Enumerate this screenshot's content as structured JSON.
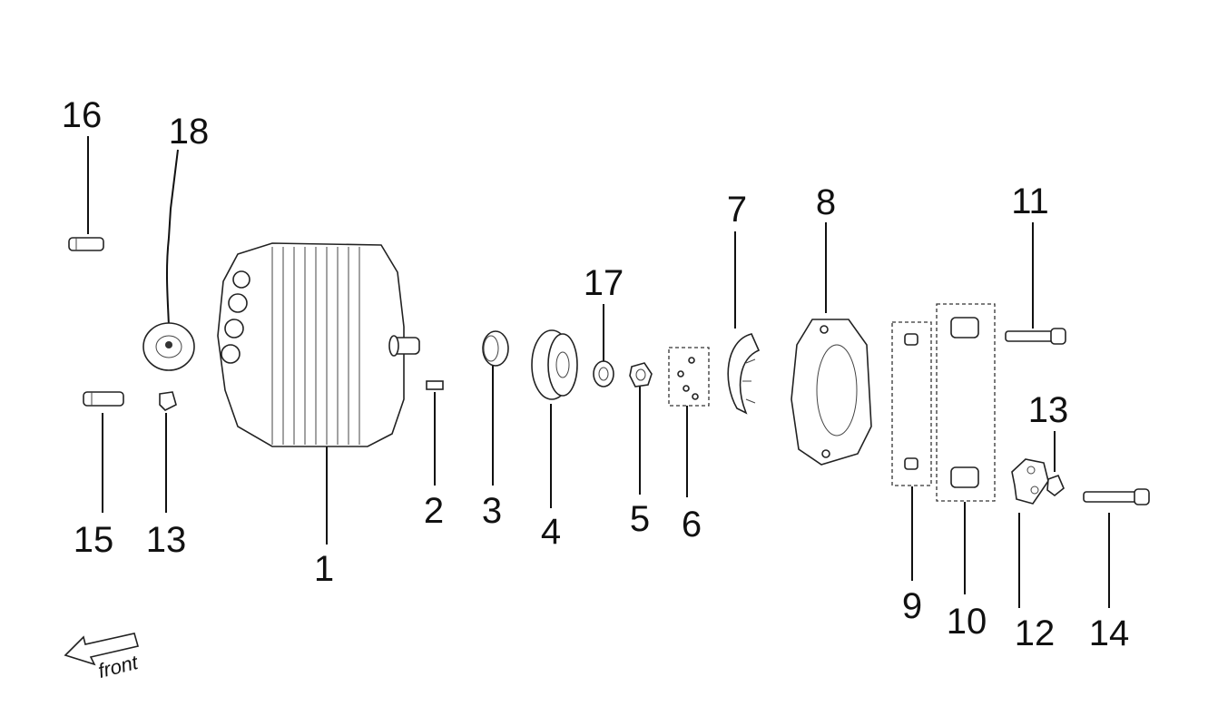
{
  "diagram": {
    "type": "exploded-parts-view",
    "callouts": [
      {
        "id": "p1",
        "label": "1"
      },
      {
        "id": "p2",
        "label": "2"
      },
      {
        "id": "p3",
        "label": "3"
      },
      {
        "id": "p4",
        "label": "4"
      },
      {
        "id": "p5",
        "label": "5"
      },
      {
        "id": "p6",
        "label": "6"
      },
      {
        "id": "p7",
        "label": "7"
      },
      {
        "id": "p8",
        "label": "8"
      },
      {
        "id": "p9",
        "label": "9"
      },
      {
        "id": "p10",
        "label": "10"
      },
      {
        "id": "p11",
        "label": "11"
      },
      {
        "id": "p12",
        "label": "12"
      },
      {
        "id": "p13a",
        "label": "13"
      },
      {
        "id": "p13b",
        "label": "13"
      },
      {
        "id": "p14",
        "label": "14"
      },
      {
        "id": "p15",
        "label": "15"
      },
      {
        "id": "p16",
        "label": "16"
      },
      {
        "id": "p17",
        "label": "17"
      },
      {
        "id": "p18",
        "label": "18"
      }
    ],
    "direction_label": "front"
  }
}
